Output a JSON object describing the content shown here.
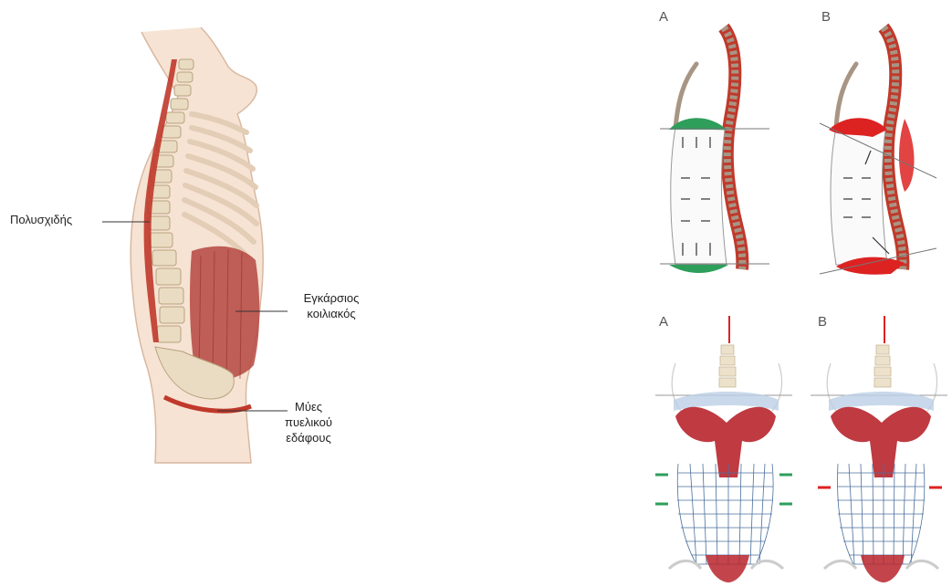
{
  "main_figure": {
    "labels": {
      "multifidus": "Πολυσχιδής",
      "transverse_line1": "Εγκάρσιος",
      "transverse_line2": "κοιλιακός",
      "pelvic_line1": "Μύες",
      "pelvic_line2": "πυελικού",
      "pelvic_line3": "εδάφους"
    }
  },
  "side_panels": [
    {
      "letter": "A"
    },
    {
      "letter": "B"
    }
  ],
  "front_panels": [
    {
      "letter": "A"
    },
    {
      "letter": "B"
    }
  ],
  "colors": {
    "muscle_red": "#c0392b",
    "diaphragm_green": "#2e9e5b",
    "bone": "#e9dcc2",
    "skin": "#f6e3d3",
    "grid_blue": "#4a6f9e"
  }
}
